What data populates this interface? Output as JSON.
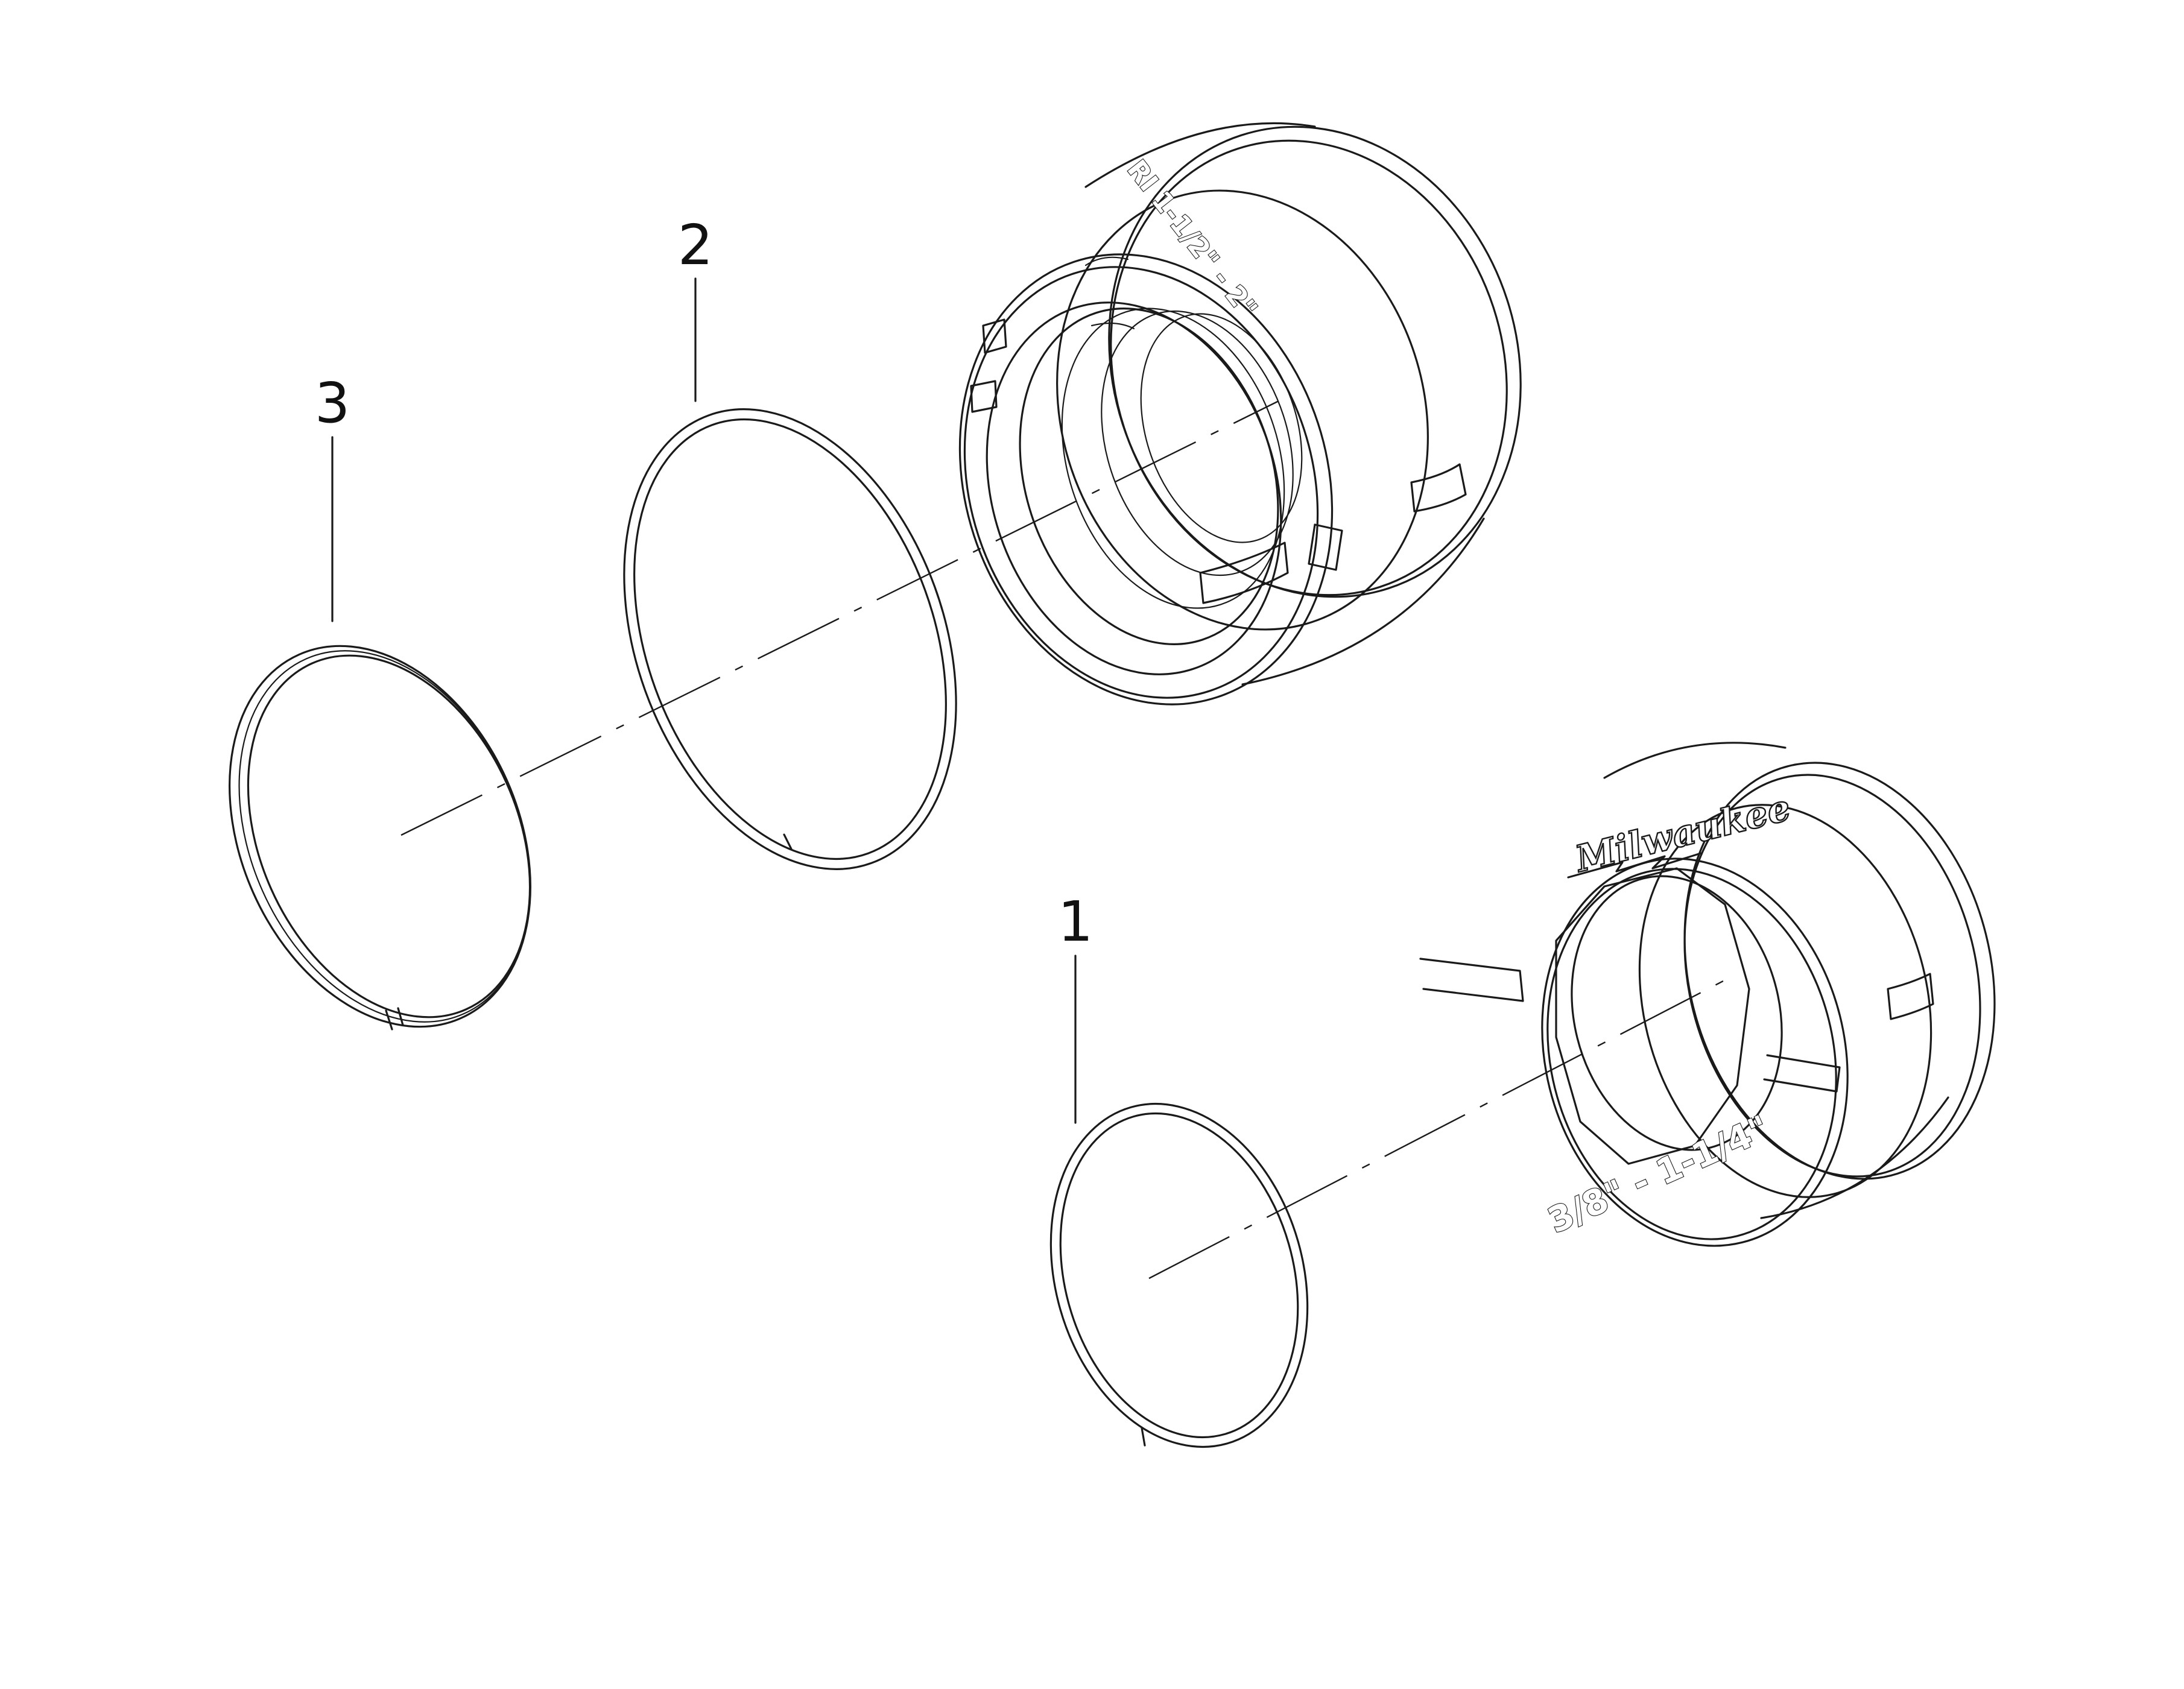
{
  "callouts": [
    {
      "id": "1",
      "label": "1"
    },
    {
      "id": "2",
      "label": "2"
    },
    {
      "id": "3",
      "label": "3"
    }
  ],
  "upper_die": {
    "marking": "RI 1-1/2\" - 2\""
  },
  "lower_die": {
    "brand": "Milwaukee",
    "size_marking": "3/8\" - 1-1/4\""
  },
  "colors": {
    "line": "#1a1a1a",
    "background": "#ffffff"
  }
}
